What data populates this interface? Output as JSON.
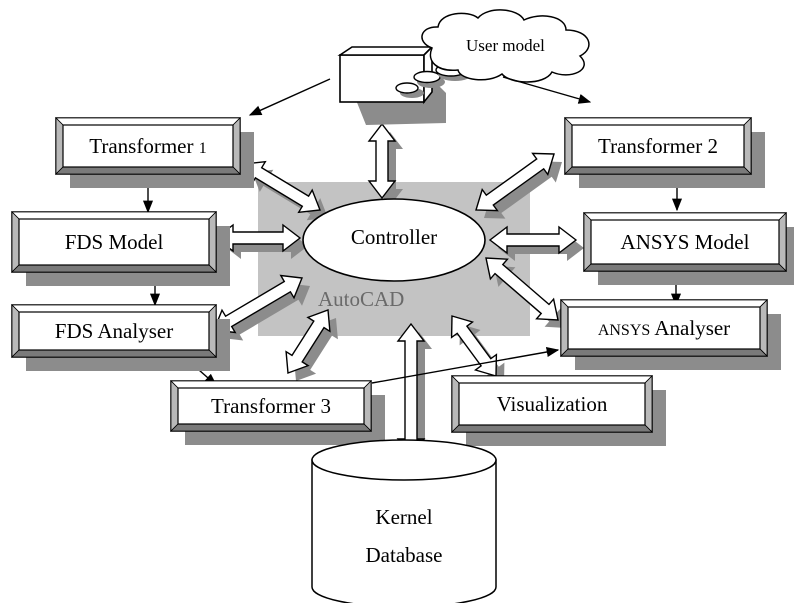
{
  "diagram": {
    "user_model": "User model",
    "controller": "Controller",
    "autocad": "AutoCAD",
    "database_line1": "Kernel",
    "database_line2": "Database",
    "transformer1_main": "Transformer ",
    "transformer1_num": "1",
    "transformer2": "Transformer 2",
    "transformer3": "Transformer 3",
    "fds_model": "FDS Model",
    "fds_analyser": "FDS Analyser",
    "ansys_model": "ANSYS Model",
    "ansys_analyser_prefix": "ANSYS",
    "ansys_analyser_suffix": " Analyser",
    "visualization": "Visualization"
  },
  "colors": {
    "shadow": "#8c8c8c",
    "autocad_panel": "#c3c3c3",
    "bevel_light": "#ffffff",
    "bevel_mid": "#b9b9b9",
    "bevel_dark": "#7a7a7a",
    "line": "#000000"
  }
}
